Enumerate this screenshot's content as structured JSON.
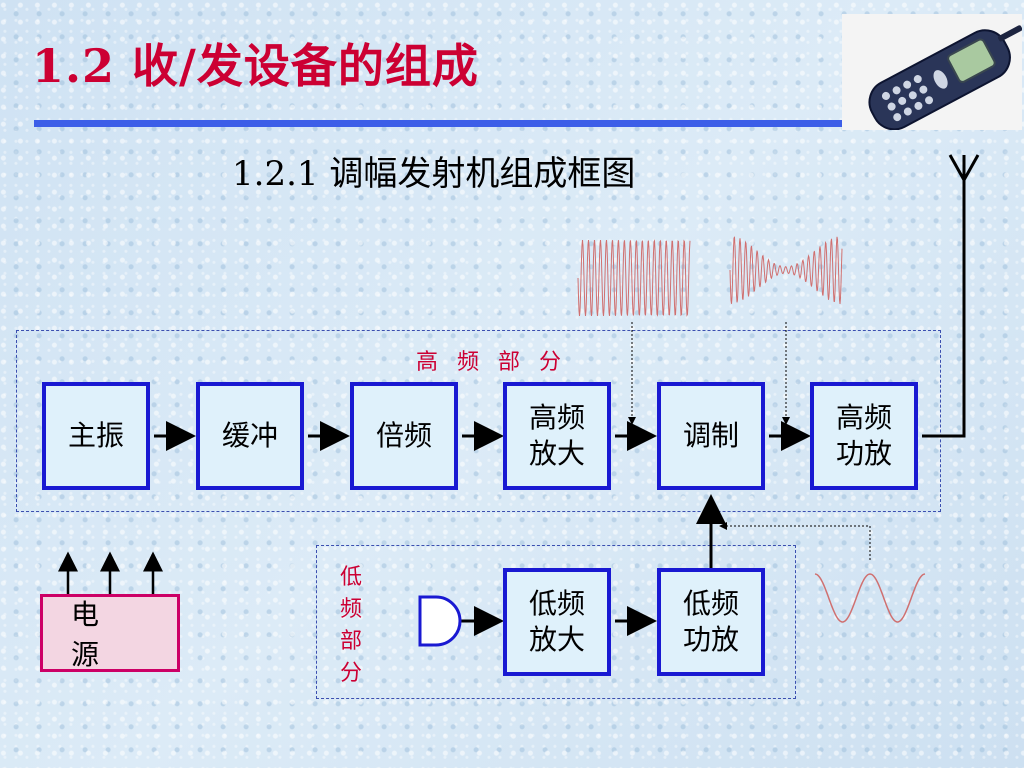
{
  "title": "1.2 收/发设备的组成",
  "subtitle": "1.2.1 调幅发射机组成框图",
  "high_freq_section": {
    "label": "高 频 部 分",
    "blocks": [
      "主振",
      "缓冲",
      "倍频",
      "高频\n放大",
      "调制",
      "高频\n功放"
    ]
  },
  "low_freq_section": {
    "label": "低\n频\n部\n分",
    "blocks": [
      "低频\n放大",
      "低频\n功放"
    ]
  },
  "power_supply": {
    "label": "电源"
  },
  "colors": {
    "title": "#cc0033",
    "title_rule": "#3c5ee8",
    "block_border": "#1919d2",
    "block_fill": "#dff1fb",
    "section_label": "#cc0033",
    "power_border": "#cc0066",
    "power_fill": "#f3d6e2",
    "waveform": "#d07070"
  },
  "icons": [
    "mobile-phone-icon",
    "antenna-icon",
    "microphone-icon"
  ]
}
